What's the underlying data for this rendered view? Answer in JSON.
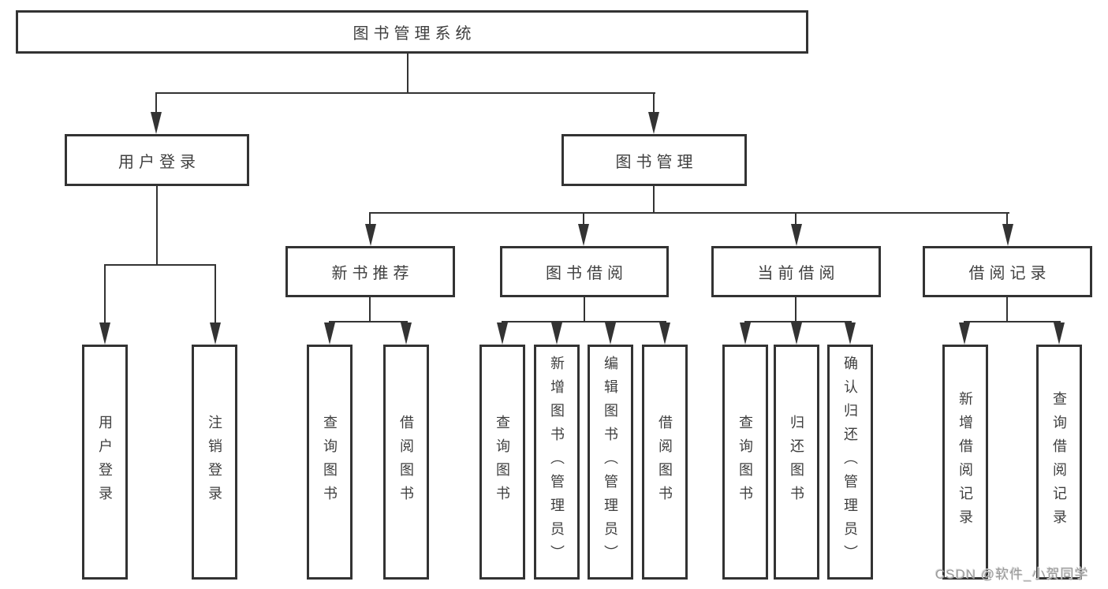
{
  "diagram": {
    "root": {
      "label": "图书管理系统"
    },
    "branches": [
      {
        "label": "用户登录",
        "children": [
          {
            "label": "用户登录"
          },
          {
            "label": "注销登录"
          }
        ]
      },
      {
        "label": "图书管理",
        "children": [
          {
            "label": "新书推荐",
            "children": [
              {
                "label": "查询图书"
              },
              {
                "label": "借阅图书"
              }
            ]
          },
          {
            "label": "图书借阅",
            "children": [
              {
                "label": "查询图书"
              },
              {
                "label": "新增图书（管理员）"
              },
              {
                "label": "编辑图书（管理员）"
              },
              {
                "label": "借阅图书"
              }
            ]
          },
          {
            "label": "当前借阅",
            "children": [
              {
                "label": "查询图书"
              },
              {
                "label": "归还图书"
              },
              {
                "label": "确认归还（管理员）"
              }
            ]
          },
          {
            "label": "借阅记录",
            "children": [
              {
                "label": "新增借阅记录"
              },
              {
                "label": "查询借阅记录"
              }
            ]
          }
        ]
      }
    ]
  },
  "watermark": {
    "text": "CSDN @软件_小贺同学"
  },
  "colors": {
    "background": "#ffffff",
    "line": "#333333",
    "box_border": "#333333",
    "box_fill": "#ffffff",
    "text": "#3f3f3f",
    "watermark_text": "#9b9b9b"
  }
}
